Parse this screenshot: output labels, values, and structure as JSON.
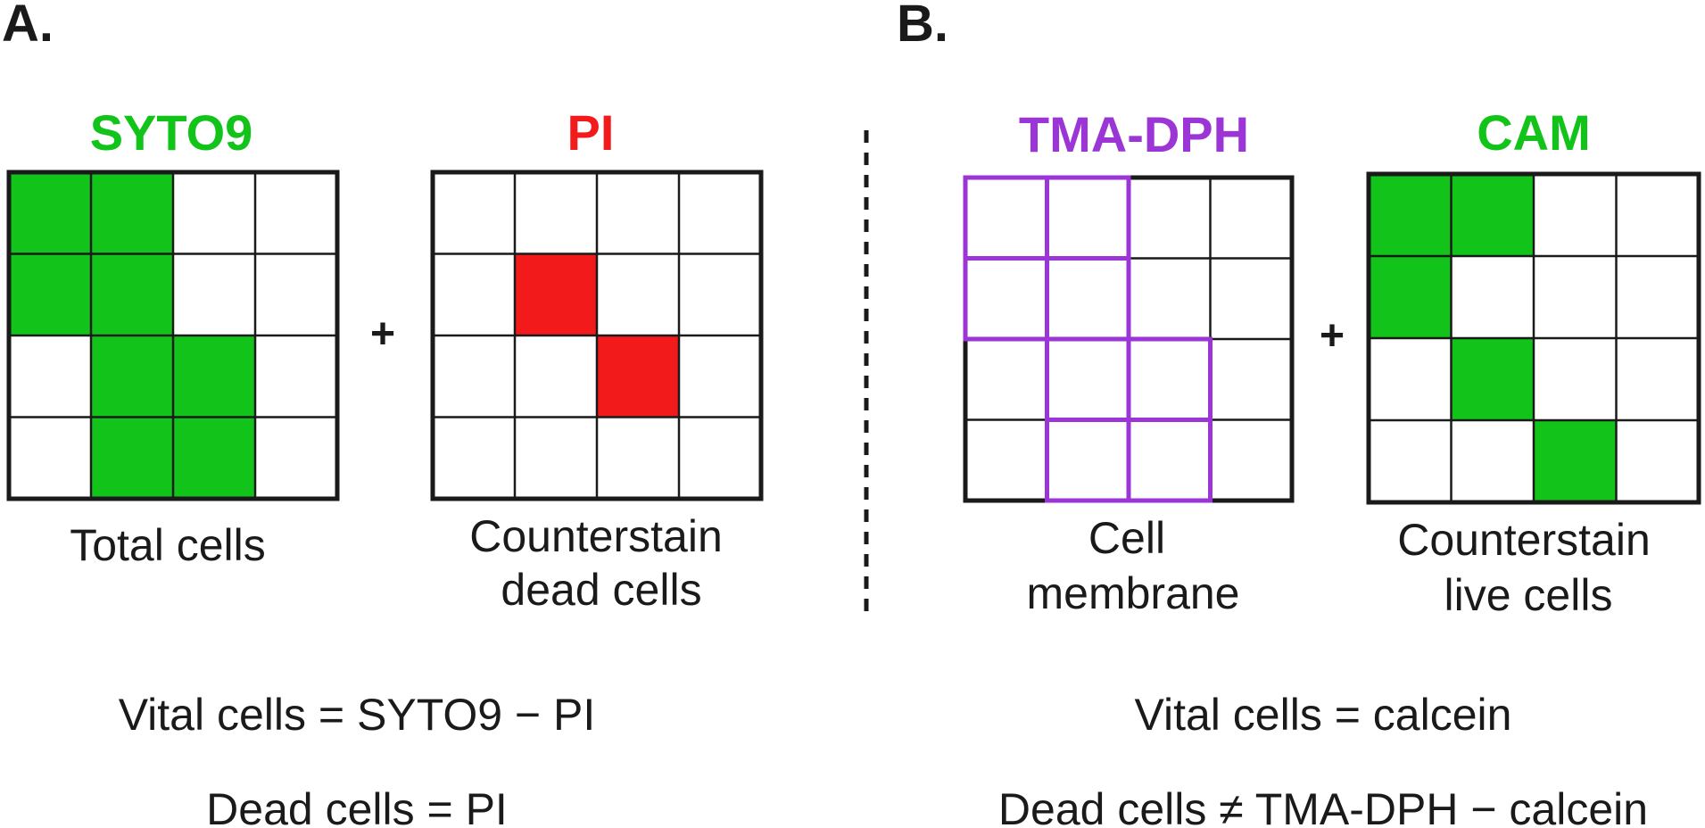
{
  "colors": {
    "green": "#12c41a",
    "red": "#f21a1a",
    "purple": "#9b35d6",
    "grid": "#1a1a1a",
    "text": "#1a1a1a"
  },
  "panel_a": {
    "letter": "A.",
    "grid1": {
      "label": "SYTO9",
      "caption": [
        "Total cells"
      ],
      "filled": [
        [
          0,
          0
        ],
        [
          0,
          1
        ],
        [
          1,
          0
        ],
        [
          1,
          1
        ],
        [
          2,
          1
        ],
        [
          2,
          2
        ],
        [
          3,
          1
        ],
        [
          3,
          2
        ]
      ]
    },
    "plus": "+",
    "grid2": {
      "label": "PI",
      "caption": [
        "Counterstain",
        "dead cells"
      ],
      "filled": [
        [
          1,
          1
        ],
        [
          2,
          2
        ]
      ]
    },
    "equations": [
      "Vital cells = SYTO9 − PI",
      "Dead cells = PI"
    ]
  },
  "panel_b": {
    "letter": "B.",
    "grid1": {
      "label": "TMA-DPH",
      "caption": [
        "Cell",
        "membrane"
      ],
      "outlined": [
        [
          0,
          0
        ],
        [
          0,
          1
        ],
        [
          1,
          0
        ],
        [
          1,
          1
        ],
        [
          2,
          1
        ],
        [
          2,
          2
        ],
        [
          3,
          1
        ],
        [
          3,
          2
        ]
      ]
    },
    "plus": "+",
    "grid2": {
      "label": "CAM",
      "caption": [
        "Counterstain",
        "live cells"
      ],
      "filled": [
        [
          0,
          0
        ],
        [
          0,
          1
        ],
        [
          1,
          0
        ],
        [
          2,
          1
        ],
        [
          3,
          2
        ]
      ]
    },
    "equations": [
      "Vital cells = calcein",
      "Dead cells ≠ TMA-DPH − calcein"
    ]
  }
}
